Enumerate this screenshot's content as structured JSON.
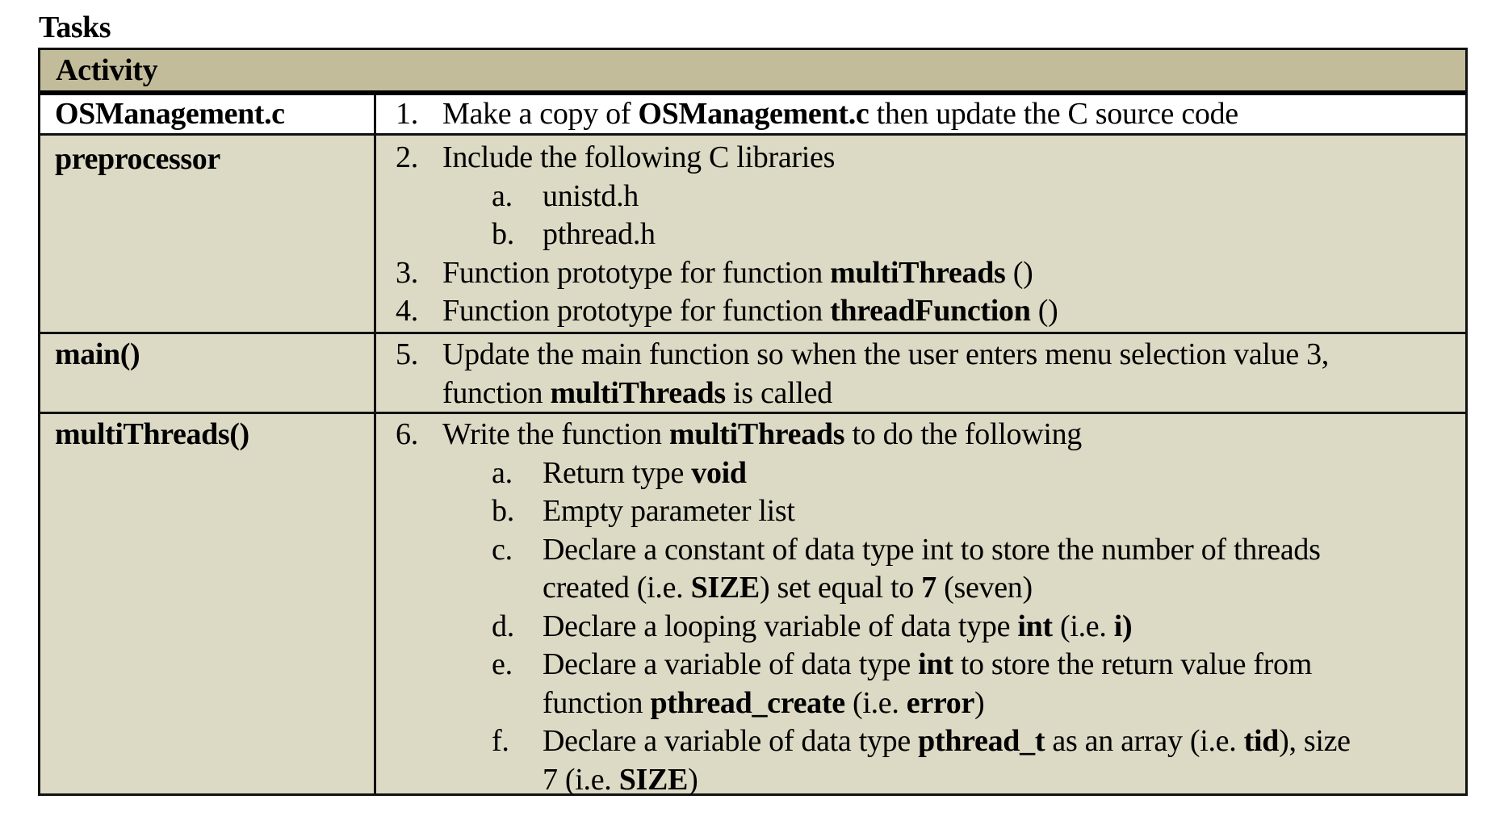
{
  "title": "Tasks",
  "table": {
    "header": "Activity",
    "colors": {
      "header_bg": "#c2bc9a",
      "row_bg": "#dcd9c4",
      "first_row_bg": "#ffffff",
      "border": "#111111"
    },
    "rows": [
      {
        "label": "OSManagement.c",
        "items": [
          {
            "marker": "1.",
            "parts": [
              {
                "t": "Make a copy of ",
                "bold": false
              },
              {
                "t": "OSManagement.c",
                "bold": true
              },
              {
                "t": " then update the C source code",
                "bold": false
              }
            ]
          }
        ]
      },
      {
        "label": "preprocessor",
        "items": [
          {
            "marker": "2.",
            "parts": [
              {
                "t": "Include the following C libraries",
                "bold": false
              }
            ]
          },
          {
            "marker": "a.",
            "sub": true,
            "parts": [
              {
                "t": "unistd.h",
                "bold": false
              }
            ]
          },
          {
            "marker": "b.",
            "sub": true,
            "parts": [
              {
                "t": "pthread.h",
                "bold": false
              }
            ]
          },
          {
            "marker": "3.",
            "parts": [
              {
                "t": "Function prototype for function ",
                "bold": false
              },
              {
                "t": "multiThreads",
                "bold": true
              },
              {
                "t": " ()",
                "bold": false
              }
            ]
          },
          {
            "marker": "4.",
            "parts": [
              {
                "t": "Function prototype for function ",
                "bold": false
              },
              {
                "t": "threadFunction",
                "bold": true
              },
              {
                "t": " ()",
                "bold": false
              }
            ]
          }
        ]
      },
      {
        "label": "main()",
        "items": [
          {
            "marker": "5.",
            "parts": [
              {
                "t": "Update the main function so when the user enters menu selection value 3,",
                "bold": false
              }
            ]
          },
          {
            "marker": "",
            "parts": [
              {
                "t": "function ",
                "bold": false
              },
              {
                "t": "multiThreads",
                "bold": true
              },
              {
                "t": " is called",
                "bold": false
              }
            ]
          }
        ]
      },
      {
        "label": "multiThreads()",
        "items": [
          {
            "marker": "6.",
            "parts": [
              {
                "t": "Write the function ",
                "bold": false
              },
              {
                "t": "multiThreads",
                "bold": true
              },
              {
                "t": " to do the following",
                "bold": false
              }
            ]
          },
          {
            "marker": "a.",
            "sub": true,
            "parts": [
              {
                "t": "Return type ",
                "bold": false
              },
              {
                "t": "void",
                "bold": true
              }
            ]
          },
          {
            "marker": "b.",
            "sub": true,
            "parts": [
              {
                "t": "Empty parameter list",
                "bold": false
              }
            ]
          },
          {
            "marker": "c.",
            "sub": true,
            "parts": [
              {
                "t": "Declare a constant of data type int to store the number of threads",
                "bold": false
              }
            ]
          },
          {
            "marker": "",
            "sub": true,
            "parts": [
              {
                "t": "created (i.e. ",
                "bold": false
              },
              {
                "t": "SIZE",
                "bold": true
              },
              {
                "t": ") set equal to ",
                "bold": false
              },
              {
                "t": "7",
                "bold": true
              },
              {
                "t": " (seven)",
                "bold": false
              }
            ]
          },
          {
            "marker": "d.",
            "sub": true,
            "parts": [
              {
                "t": "Declare a looping variable of data type ",
                "bold": false
              },
              {
                "t": "int",
                "bold": true
              },
              {
                "t": " (i.e. ",
                "bold": false
              },
              {
                "t": "i)",
                "bold": true
              }
            ]
          },
          {
            "marker": "e.",
            "sub": true,
            "parts": [
              {
                "t": "Declare a variable of data type ",
                "bold": false
              },
              {
                "t": "int",
                "bold": true
              },
              {
                "t": " to store the return value from",
                "bold": false
              }
            ]
          },
          {
            "marker": "",
            "sub": true,
            "parts": [
              {
                "t": "function ",
                "bold": false
              },
              {
                "t": "pthread_create",
                "bold": true
              },
              {
                "t": " (i.e. ",
                "bold": false
              },
              {
                "t": "error",
                "bold": true
              },
              {
                "t": ")",
                "bold": false
              }
            ]
          },
          {
            "marker": "f.",
            "sub": true,
            "parts": [
              {
                "t": "Declare a variable of data type ",
                "bold": false
              },
              {
                "t": "pthread_t",
                "bold": true
              },
              {
                "t": " as an array (i.e. ",
                "bold": false
              },
              {
                "t": "tid",
                "bold": true
              },
              {
                "t": "), size",
                "bold": false
              }
            ]
          },
          {
            "marker": "",
            "sub": true,
            "parts": [
              {
                "t": "7 (i.e. ",
                "bold": false
              },
              {
                "t": "SIZE",
                "bold": true
              },
              {
                "t": ")",
                "bold": false
              }
            ]
          }
        ]
      }
    ]
  }
}
